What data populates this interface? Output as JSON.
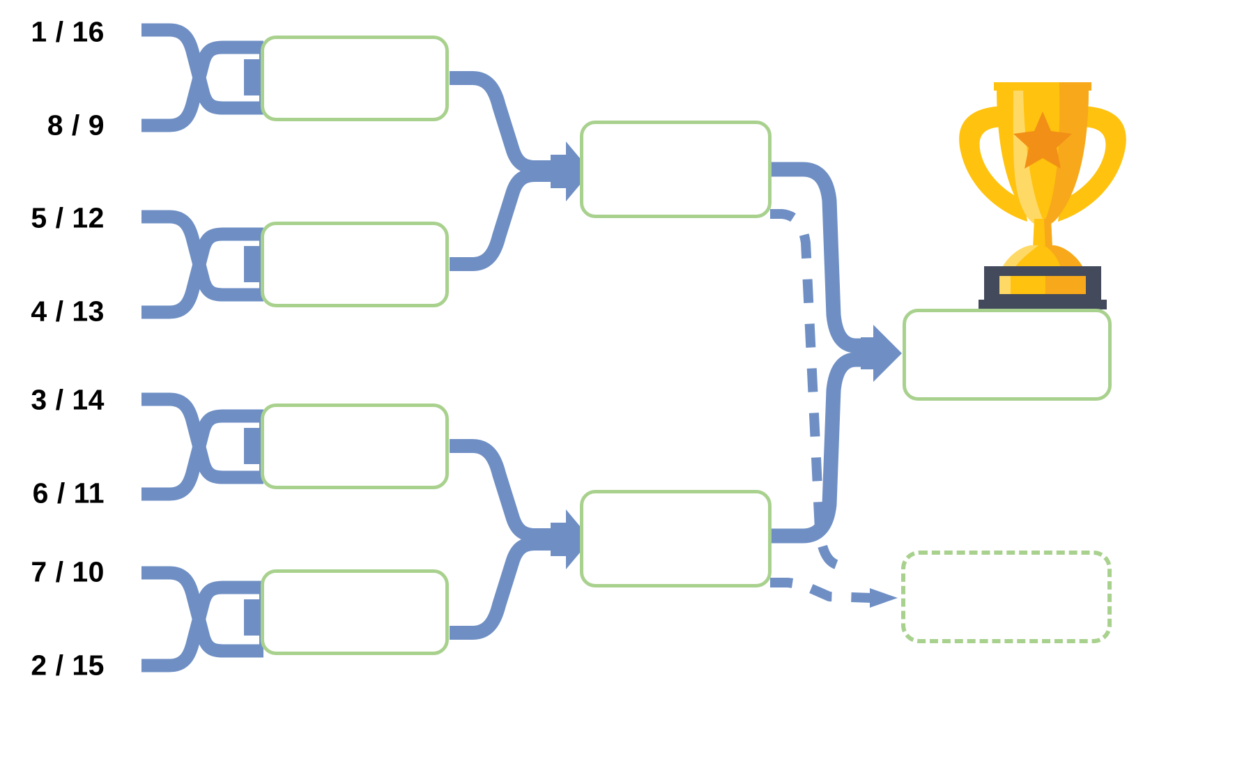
{
  "diagram": {
    "title": "Single-Elimination Tournament Bracket",
    "type": "tournament-bracket",
    "rounds": 4,
    "colors": {
      "box_border": "#a9d18e",
      "box_fill": "#ffffff",
      "connector": "#6f8fc4",
      "connector_dashed": "#6f8fc4",
      "third_place_border": "#a9d18e",
      "label_text": "#000000",
      "trophy_gold": "#ffc20e",
      "trophy_gold_dark": "#f7a81b",
      "trophy_gold_light": "#ffd966",
      "trophy_star": "#f28f16",
      "trophy_base": "#434a5c"
    }
  },
  "seeds": [
    {
      "label": "1 / 16"
    },
    {
      "label": "8 / 9"
    },
    {
      "label": "5 / 12"
    },
    {
      "label": "4 / 13"
    },
    {
      "label": "3 / 14"
    },
    {
      "label": "6 / 11"
    },
    {
      "label": "7 / 10"
    },
    {
      "label": "2 / 15"
    }
  ],
  "round_of_8": [
    {
      "name": "quarterfinal-1",
      "text": ""
    },
    {
      "name": "quarterfinal-2",
      "text": ""
    },
    {
      "name": "quarterfinal-3",
      "text": ""
    },
    {
      "name": "quarterfinal-4",
      "text": ""
    }
  ],
  "semifinals": [
    {
      "name": "semifinal-1",
      "text": ""
    },
    {
      "name": "semifinal-2",
      "text": ""
    }
  ],
  "final": {
    "name": "final",
    "text": ""
  },
  "third_place": {
    "name": "third-place-match",
    "text": ""
  },
  "trophy": {
    "name": "trophy-icon",
    "label": "Champion trophy"
  }
}
